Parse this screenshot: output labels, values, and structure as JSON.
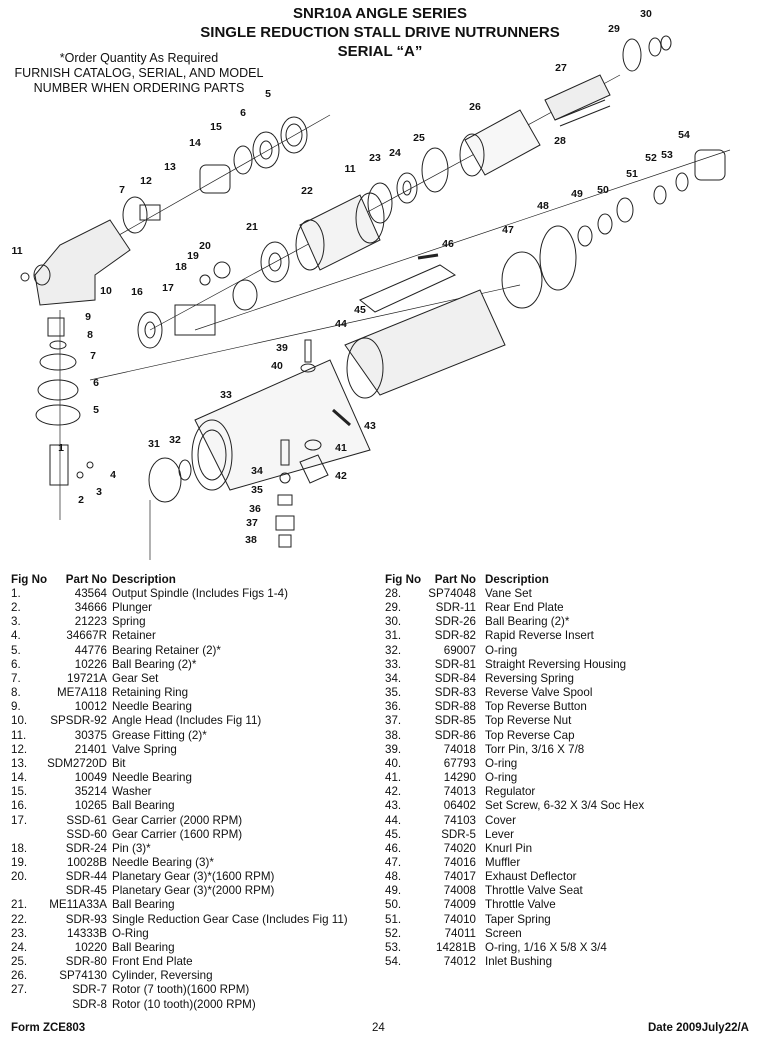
{
  "header": {
    "title1": "SNR10A ANGLE SERIES",
    "title2": "SINGLE REDUCTION STALL DRIVE NUTRUNNERS",
    "title3": "SERIAL “A”"
  },
  "note": {
    "line1": "*Order Quantity As Required",
    "line2": "FURNISH CATALOG, SERIAL, AND MODEL",
    "line3": "NUMBER WHEN ORDERING PARTS"
  },
  "callouts": [
    "1",
    "2",
    "3",
    "4",
    "5",
    "6",
    "7",
    "8",
    "9",
    "10",
    "11",
    "12",
    "13",
    "14",
    "15",
    "16",
    "17",
    "18",
    "19",
    "20",
    "21",
    "22",
    "23",
    "24",
    "25",
    "26",
    "27",
    "28",
    "29",
    "30",
    "31",
    "32",
    "33",
    "34",
    "35",
    "36",
    "37",
    "38",
    "39",
    "40",
    "41",
    "42",
    "43",
    "44",
    "45",
    "46",
    "47",
    "48",
    "49",
    "50",
    "51",
    "52",
    "53",
    "54"
  ],
  "table": {
    "headers": {
      "fig": "Fig No",
      "part": "Part No",
      "desc": "Description"
    },
    "left": [
      {
        "fig": "1.",
        "part": "43564",
        "desc": "Output Spindle (Includes Figs 1-4)"
      },
      {
        "fig": "2.",
        "part": "34666",
        "desc": "Plunger"
      },
      {
        "fig": "3.",
        "part": "21223",
        "desc": "Spring"
      },
      {
        "fig": "4.",
        "part": "34667R",
        "desc": "Retainer"
      },
      {
        "fig": "5.",
        "part": "44776",
        "desc": "Bearing Retainer (2)*"
      },
      {
        "fig": "6.",
        "part": "10226",
        "desc": "Ball Bearing (2)*"
      },
      {
        "fig": "7.",
        "part": "19721A",
        "desc": "Gear Set"
      },
      {
        "fig": "8.",
        "part": "ME7A118",
        "desc": "Retaining Ring"
      },
      {
        "fig": "9.",
        "part": "10012",
        "desc": "Needle Bearing"
      },
      {
        "fig": "10.",
        "part": "SPSDR-92",
        "desc": "Angle Head (Includes Fig 11)"
      },
      {
        "fig": "11.",
        "part": "30375",
        "desc": "Grease Fitting (2)*"
      },
      {
        "fig": "12.",
        "part": "21401",
        "desc": "Valve Spring"
      },
      {
        "fig": "13.",
        "part": "SDM2720D",
        "desc": "Bit"
      },
      {
        "fig": "14.",
        "part": "10049",
        "desc": "Needle Bearing"
      },
      {
        "fig": "15.",
        "part": "35214",
        "desc": "Washer"
      },
      {
        "fig": "16.",
        "part": "10265",
        "desc": "Ball Bearing"
      },
      {
        "fig": "17.",
        "part": "SSD-61",
        "desc": "Gear Carrier (2000 RPM)"
      },
      {
        "fig": "",
        "part": "SSD-60",
        "desc": "Gear Carrier (1600 RPM)"
      },
      {
        "fig": "18.",
        "part": "SDR-24",
        "desc": "Pin (3)*"
      },
      {
        "fig": "19.",
        "part": "10028B",
        "desc": "Needle Bearing (3)*"
      },
      {
        "fig": "20.",
        "part": "SDR-44",
        "desc": "Planetary Gear (3)*(1600 RPM)"
      },
      {
        "fig": "",
        "part": "SDR-45",
        "desc": "Planetary Gear (3)*(2000 RPM)"
      },
      {
        "fig": "21.",
        "part": "ME11A33A",
        "desc": "Ball Bearing"
      },
      {
        "fig": "22.",
        "part": "SDR-93",
        "desc": "Single Reduction Gear Case (Includes Fig 11)"
      },
      {
        "fig": "23.",
        "part": "14333B",
        "desc": "O-Ring"
      },
      {
        "fig": "24.",
        "part": "10220",
        "desc": "Ball Bearing"
      },
      {
        "fig": "25.",
        "part": "SDR-80",
        "desc": "Front End Plate"
      },
      {
        "fig": "26.",
        "part": "SP74130",
        "desc": "Cylinder, Reversing"
      },
      {
        "fig": "27.",
        "part": "SDR-7",
        "desc": "Rotor (7 tooth)(1600 RPM)"
      },
      {
        "fig": "",
        "part": "SDR-8",
        "desc": "Rotor (10 tooth)(2000 RPM)"
      }
    ],
    "right": [
      {
        "fig": "28.",
        "part": "SP74048",
        "desc": "Vane Set"
      },
      {
        "fig": "29.",
        "part": "SDR-11",
        "desc": "Rear End Plate"
      },
      {
        "fig": "30.",
        "part": "SDR-26",
        "desc": "Ball Bearing (2)*"
      },
      {
        "fig": "31.",
        "part": "SDR-82",
        "desc": "Rapid Reverse Insert"
      },
      {
        "fig": "32.",
        "part": "69007",
        "desc": "O-ring"
      },
      {
        "fig": "33.",
        "part": "SDR-81",
        "desc": "Straight Reversing Housing"
      },
      {
        "fig": "34.",
        "part": "SDR-84",
        "desc": "Reversing Spring"
      },
      {
        "fig": "35.",
        "part": "SDR-83",
        "desc": "Reverse Valve Spool"
      },
      {
        "fig": "36.",
        "part": "SDR-88",
        "desc": "Top Reverse Button"
      },
      {
        "fig": "37.",
        "part": "SDR-85",
        "desc": "Top Reverse Nut"
      },
      {
        "fig": "38.",
        "part": "SDR-86",
        "desc": "Top Reverse Cap"
      },
      {
        "fig": "39.",
        "part": "74018",
        "desc": "Torr Pin, 3/16 X 7/8"
      },
      {
        "fig": "40.",
        "part": "67793",
        "desc": "O-ring"
      },
      {
        "fig": "41.",
        "part": "14290",
        "desc": "O-ring"
      },
      {
        "fig": "42.",
        "part": "74013",
        "desc": "Regulator"
      },
      {
        "fig": "43.",
        "part": "06402",
        "desc": "Set Screw, 6-32 X 3/4 Soc Hex"
      },
      {
        "fig": "44.",
        "part": "74103",
        "desc": "Cover"
      },
      {
        "fig": "45.",
        "part": "SDR-5",
        "desc": "Lever"
      },
      {
        "fig": "46.",
        "part": "74020",
        "desc": "Knurl Pin"
      },
      {
        "fig": "47.",
        "part": "74016",
        "desc": "Muffler"
      },
      {
        "fig": "48.",
        "part": "74017",
        "desc": "Exhaust Deflector"
      },
      {
        "fig": "49.",
        "part": "74008",
        "desc": "Throttle Valve Seat"
      },
      {
        "fig": "50.",
        "part": "74009",
        "desc": "Throttle Valve"
      },
      {
        "fig": "51.",
        "part": "74010",
        "desc": "Taper Spring"
      },
      {
        "fig": "52.",
        "part": "74011",
        "desc": "Screen"
      },
      {
        "fig": "53.",
        "part": "14281B",
        "desc": "O-ring, 1/16 X 5/8 X 3/4"
      },
      {
        "fig": "54.",
        "part": "74012",
        "desc": "Inlet Bushing"
      }
    ]
  },
  "footer": {
    "form": "Form ZCE803",
    "page": "24",
    "date": "Date 2009July22/A"
  }
}
